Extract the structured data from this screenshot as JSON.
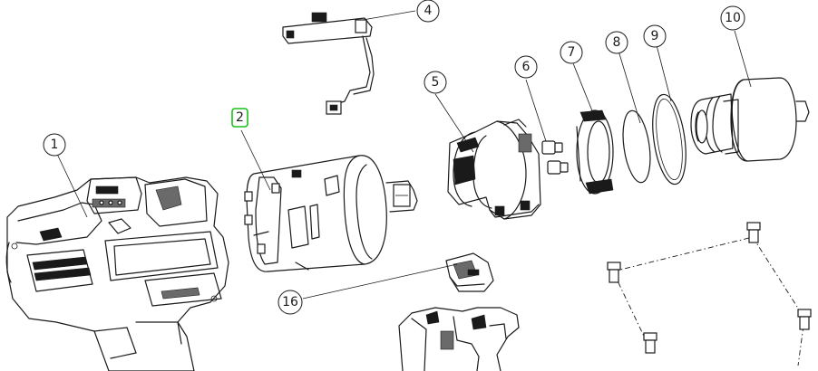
{
  "callouts": [
    {
      "id": "1",
      "label": "1"
    },
    {
      "id": "2",
      "label": "2"
    },
    {
      "id": "4",
      "label": "4"
    },
    {
      "id": "5",
      "label": "5"
    },
    {
      "id": "6",
      "label": "6"
    },
    {
      "id": "7",
      "label": "7"
    },
    {
      "id": "8",
      "label": "8"
    },
    {
      "id": "9",
      "label": "9"
    },
    {
      "id": "10",
      "label": "10"
    },
    {
      "id": "16",
      "label": "16"
    }
  ],
  "highlight": {
    "callout": "2",
    "color": "#18c018"
  },
  "line_color": "#1a1a1a"
}
